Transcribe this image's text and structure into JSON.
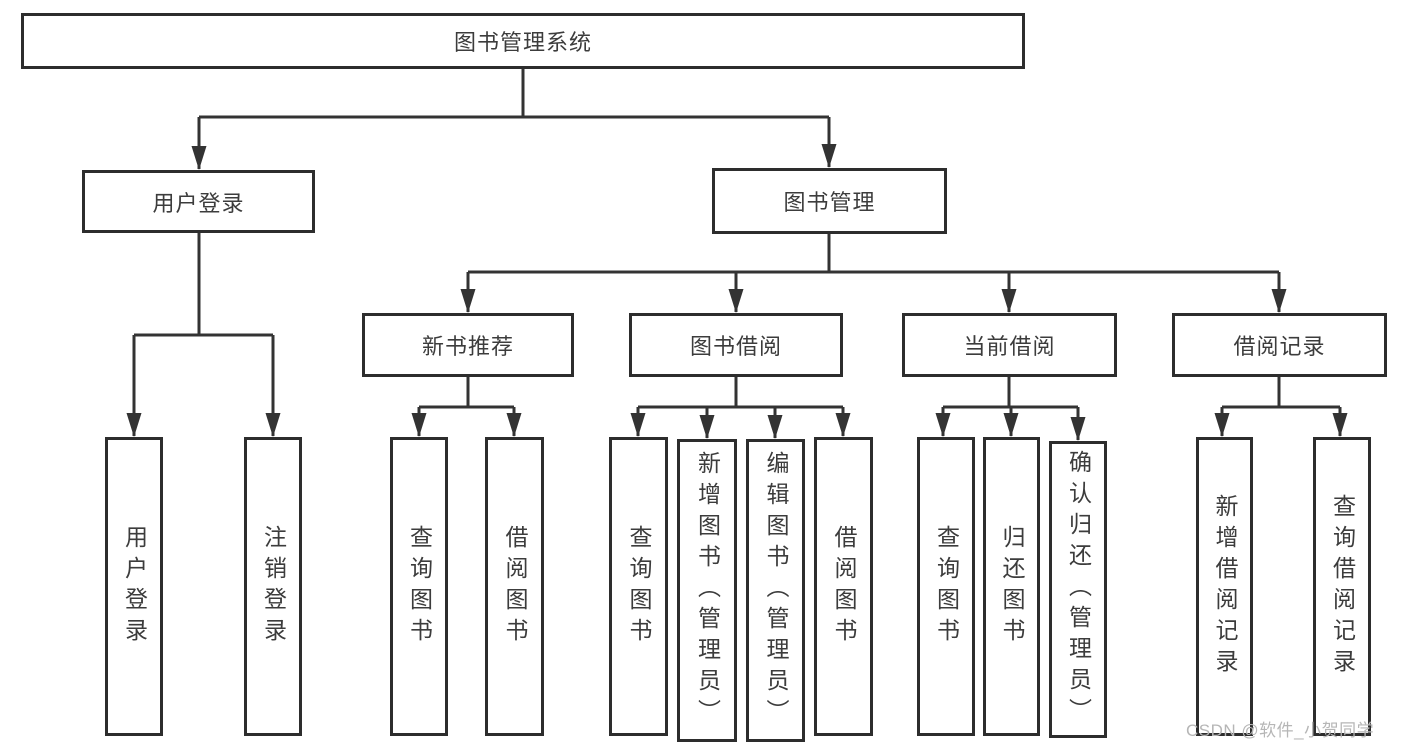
{
  "root": {
    "label": "图书管理系统"
  },
  "level2": {
    "user_login": "用户登录",
    "book_mgmt": "图书管理"
  },
  "level3": {
    "new_book": "新书推荐",
    "borrow": "图书借阅",
    "current": "当前借阅",
    "records": "借阅记录"
  },
  "leaves": {
    "user_login": "用户登录",
    "logout": "注销登录",
    "nb_query": "查询图书",
    "nb_borrow": "借阅图书",
    "bb_query": "查询图书",
    "bb_add": "新增图书（管理员）",
    "bb_edit": "编辑图书（管理员）",
    "bb_borrow": "借阅图书",
    "cb_query": "查询图书",
    "cb_return": "归还图书",
    "cb_confirm": "确认归还（管理员）",
    "rc_add": "新增借阅记录",
    "rc_query": "查询借阅记录"
  },
  "watermark": "CSDN @软件_小贺同学",
  "colors": {
    "line": "#333333",
    "border": "#2d2d2d",
    "text": "#3c3c3c",
    "watermark": "#b6b6b6"
  }
}
